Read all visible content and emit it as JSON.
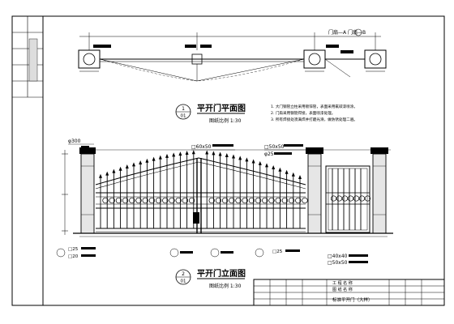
{
  "plan": {
    "title": "平开门平面图",
    "scale": "图纸比例  1:30",
    "section": "门扇—A 门扇—B",
    "index_top": "1",
    "index_bottom": "01",
    "notes": [
      "1. 大门钢管立柱采用镀锌管，表面采用氟碳漆喷涂。",
      "2. 门扇采用钢管焊接，表面喷漆处理。",
      "3. 所有焊接处须满焊并打磨光滑，做防锈处理二遍。"
    ]
  },
  "elevation": {
    "title": "平开门立面图",
    "scale": "图纸比例  1:30",
    "index_top": "2",
    "index_bottom": "01",
    "callouts": {
      "pillar_cap": "φ300",
      "post_a": "□60x50",
      "post_b": "□50x50",
      "pipe": "φ25",
      "bar_a": "□25",
      "bar_b": "□20",
      "bar_c": "□25",
      "frame_a": "□40x40",
      "frame_b": "□50x50"
    }
  },
  "title_block": {
    "project_label": "工 程 名 称",
    "drawing_label": "图 纸 名 称",
    "drawing_name": "标准平开门（大样）"
  }
}
